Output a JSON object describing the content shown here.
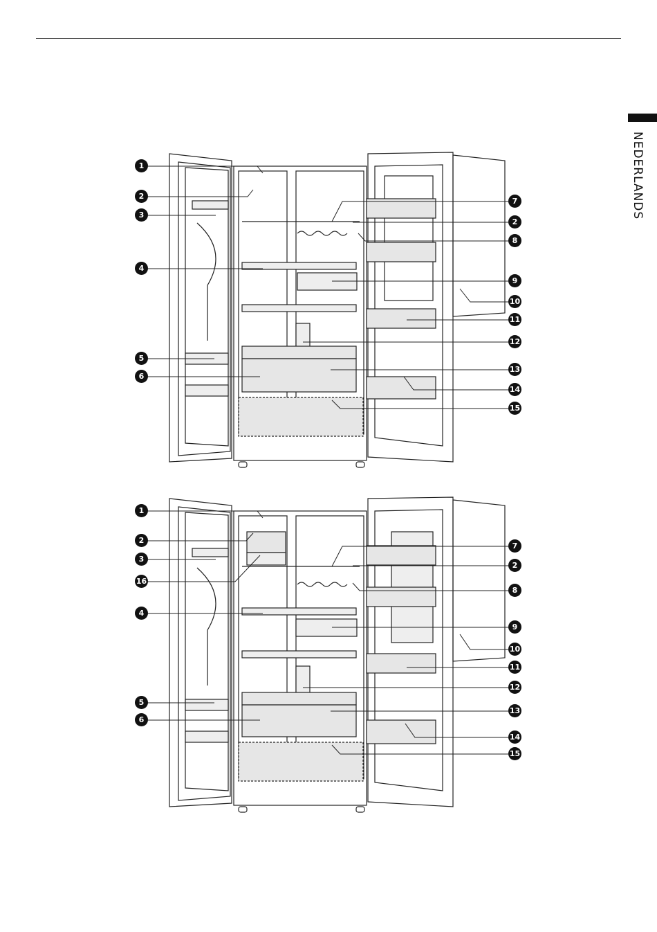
{
  "language_tab": {
    "label": "NEDERLANDS"
  },
  "figures": [
    {
      "id": "fig-1",
      "left_callouts": [
        "1",
        "2",
        "3",
        "4",
        "5",
        "6"
      ],
      "right_callouts": [
        "7",
        "2",
        "8",
        "9",
        "10",
        "11",
        "12",
        "13",
        "14",
        "15"
      ]
    },
    {
      "id": "fig-2",
      "left_callouts": [
        "1",
        "2",
        "3",
        "16",
        "4",
        "5",
        "6"
      ],
      "right_callouts": [
        "7",
        "2",
        "8",
        "9",
        "10",
        "11",
        "12",
        "13",
        "14",
        "15"
      ]
    }
  ]
}
